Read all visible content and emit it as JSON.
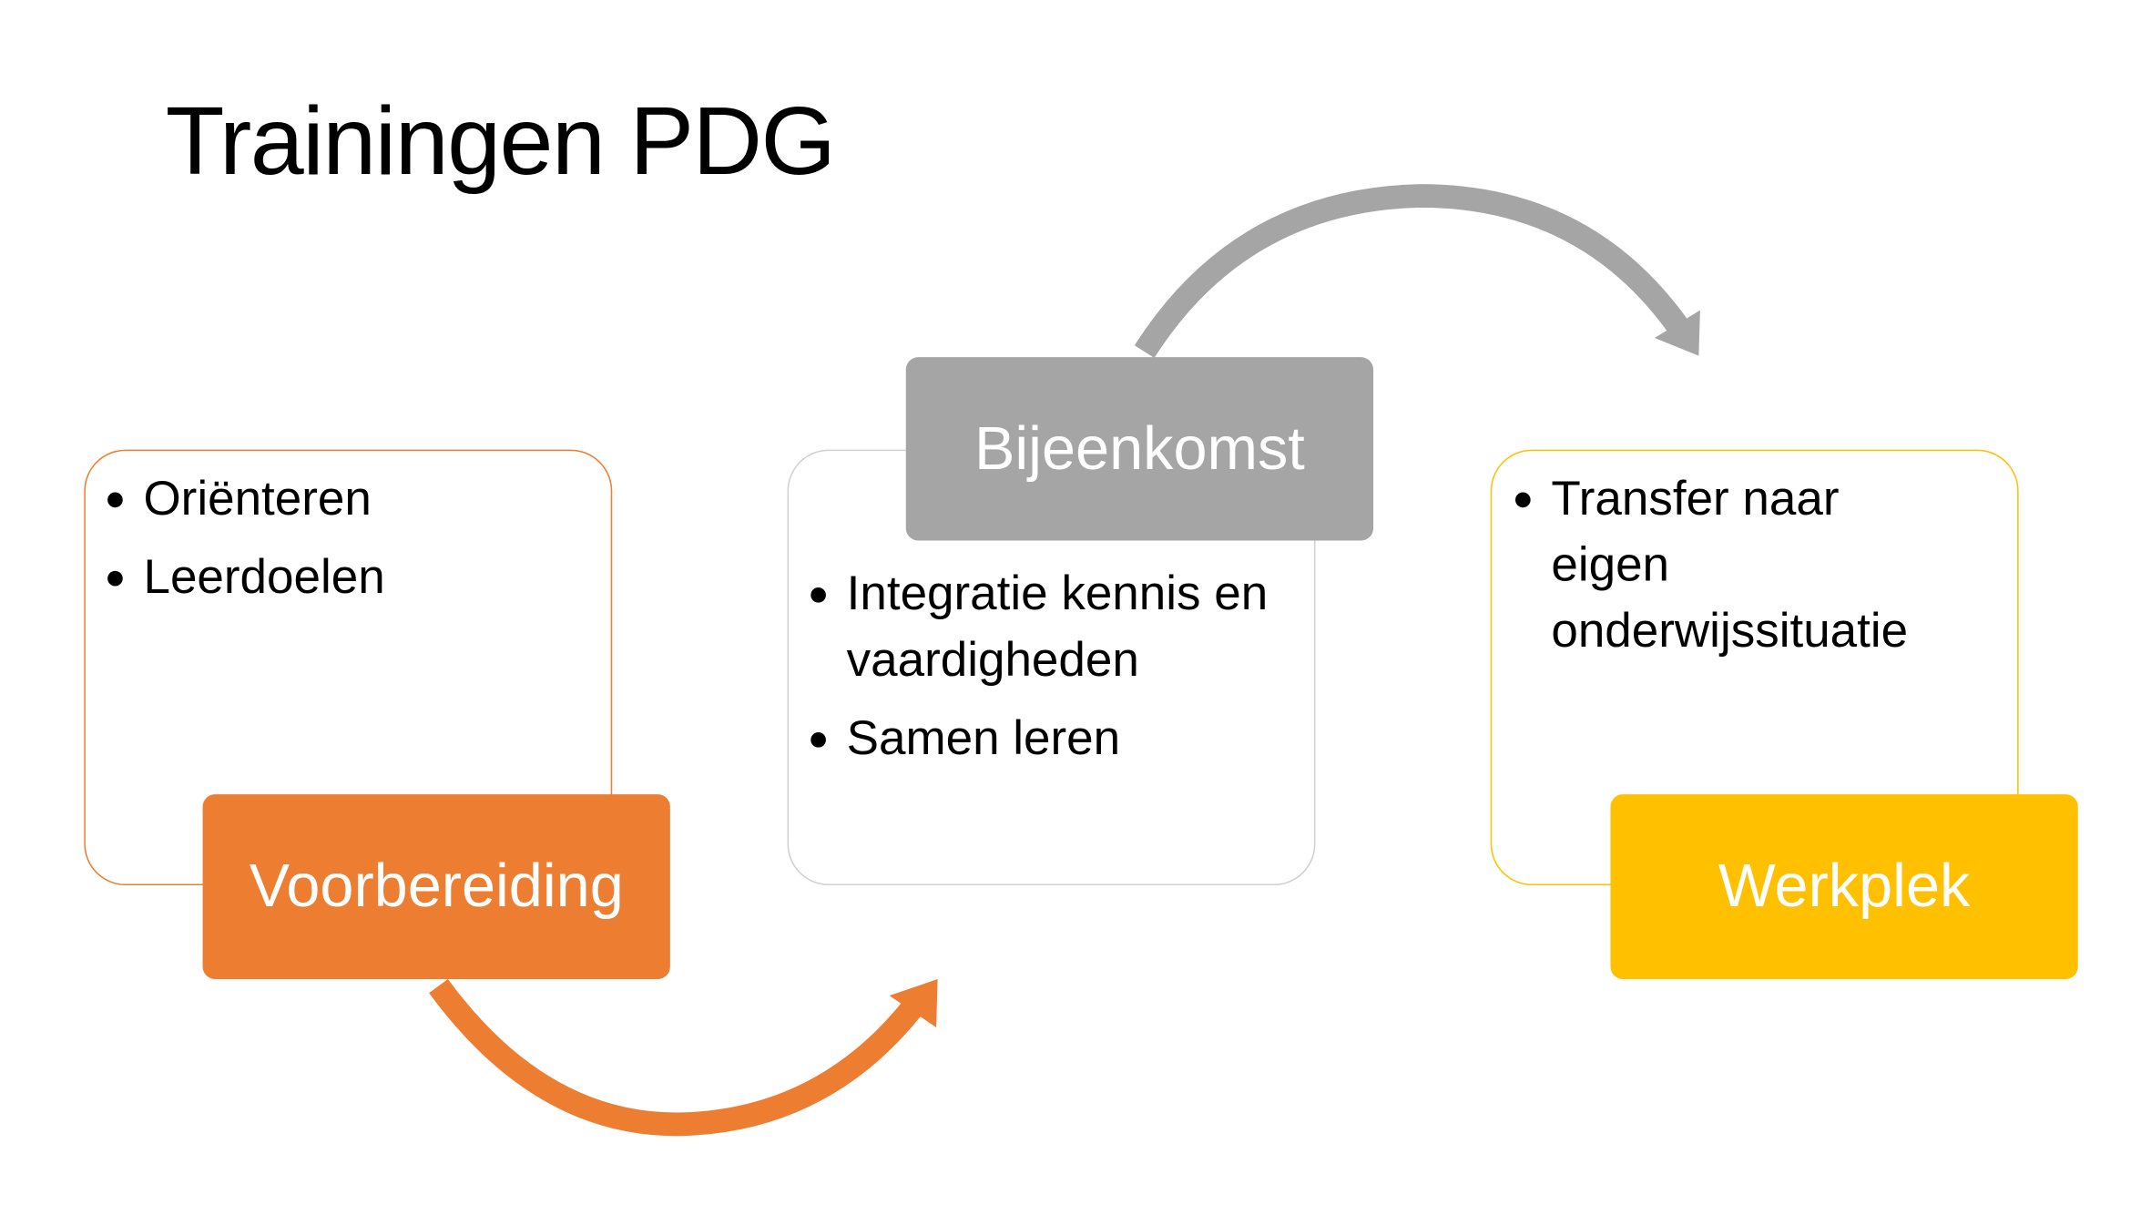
{
  "title": "Trainingen PDG",
  "colors": {
    "orange": "#ED7D31",
    "gray": "#A5A5A5",
    "gold": "#FFC000"
  },
  "stages": [
    {
      "label": "Voorbereiding",
      "items": [
        "Oriënteren",
        "Leerdoelen"
      ]
    },
    {
      "label": "Bijeenkomst",
      "items": [
        "Integratie kennis en vaardigheden",
        "Samen leren"
      ]
    },
    {
      "label": "Werkplek",
      "items": [
        "Transfer naar eigen onderwijssituatie"
      ]
    }
  ]
}
